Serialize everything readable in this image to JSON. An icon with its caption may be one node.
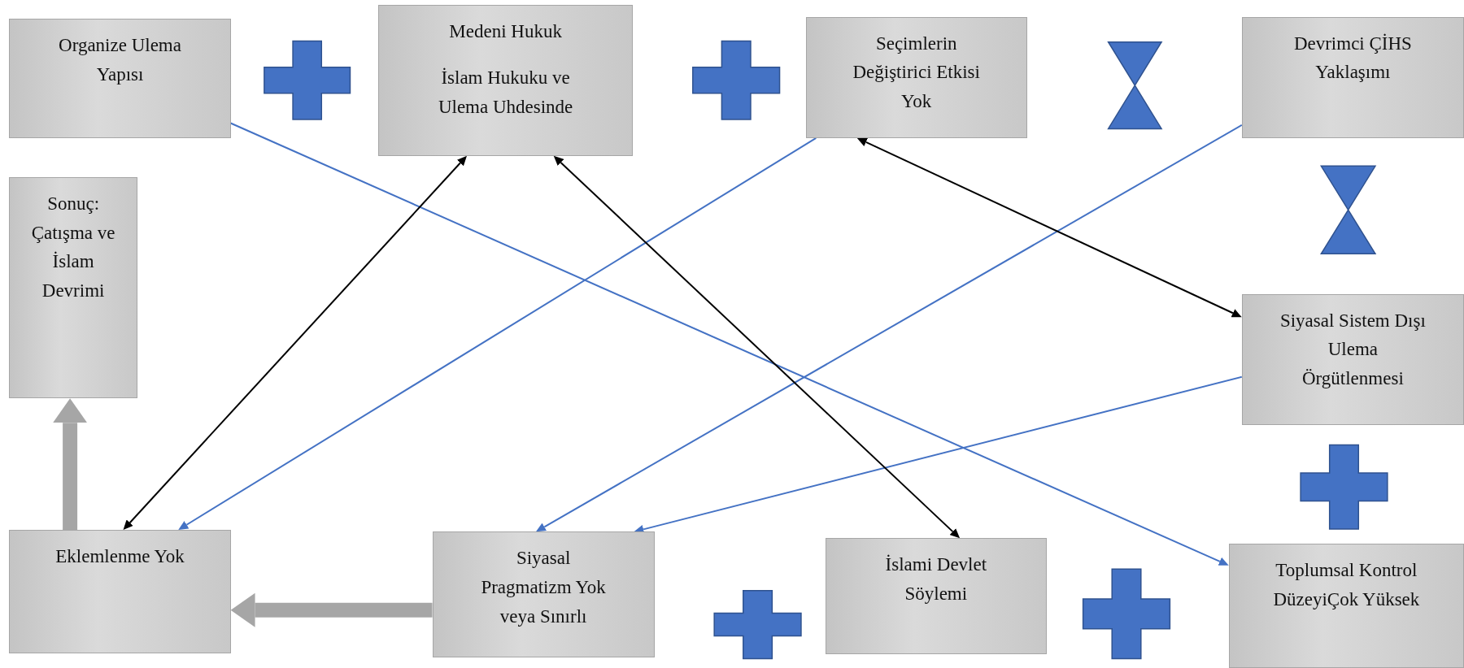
{
  "diagram": {
    "nodes": [
      {
        "text": [
          "Organize Ulema Yapısı"
        ]
      },
      {
        "text": [
          "Medeni Hukuk",
          "İslam Hukuku ve Ulema Uhdesinde"
        ]
      },
      {
        "text": [
          "Seçimlerin Değiştirici Etkisi Yok"
        ]
      },
      {
        "text": [
          "Devrimci ÇİHS Yaklaşımı"
        ]
      },
      {
        "text": [
          "Sonuç: Çatışma ve İslam Devrimi"
        ]
      },
      {
        "text": [
          "Siyasal Sistem Dışı Ulema Örgütlenmesi"
        ]
      },
      {
        "text": [
          "Eklemlenme Yok"
        ]
      },
      {
        "text": [
          "Siyasal Pragmatizm Yok veya Sınırlı"
        ]
      },
      {
        "text": [
          "İslami Devlet Söylemi"
        ]
      },
      {
        "text": [
          "Toplumsal Kontrol DüzeyiÇok Yüksek"
        ]
      }
    ],
    "edges": [
      {
        "from": 0,
        "to": 9,
        "arrow": "to"
      },
      {
        "from": 2,
        "to": 6,
        "arrow": "to"
      },
      {
        "from": 3,
        "to": 7,
        "arrow": "to"
      },
      {
        "from": 5,
        "to": 7,
        "arrow": "to"
      },
      {
        "from": 6,
        "to": 1,
        "arrow": "both",
        "color": "#000000"
      },
      {
        "from": 1,
        "to": 8,
        "arrow": "both",
        "color": "#000000"
      },
      {
        "from": 2,
        "to": 5,
        "arrow": "both",
        "color": "#000000"
      },
      {
        "from": 6,
        "to": 4,
        "arrow": "to",
        "style": "thick",
        "color": "#a6a6a6"
      },
      {
        "from": 7,
        "to": 6,
        "arrow": "to",
        "style": "thick",
        "color": "#a6a6a6"
      }
    ]
  }
}
